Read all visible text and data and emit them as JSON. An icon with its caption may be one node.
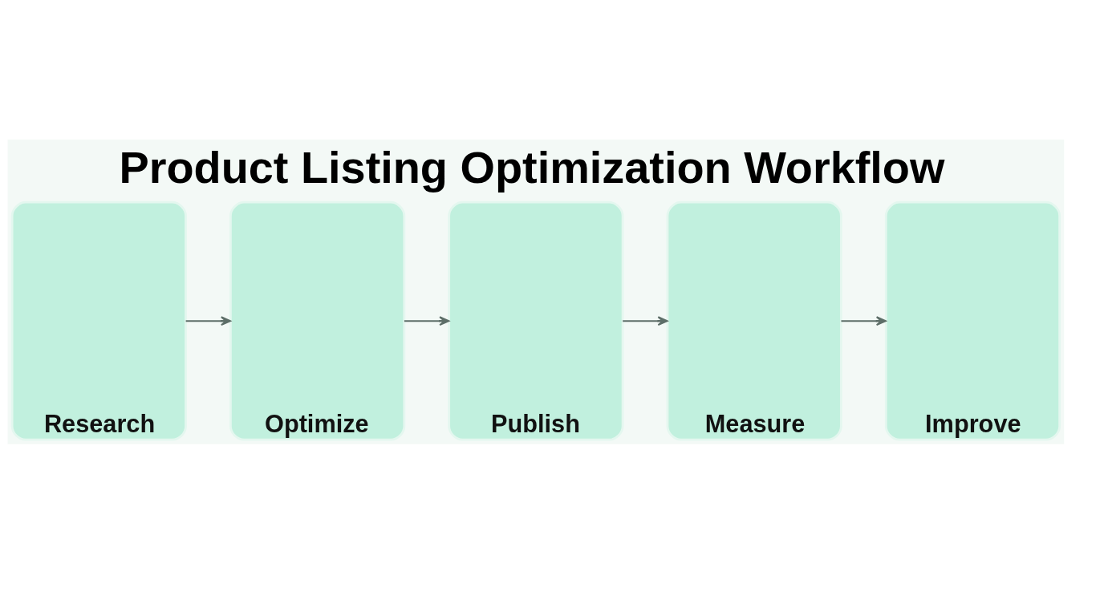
{
  "diagram": {
    "title": "Product Listing Optimization Workflow",
    "nodes": [
      {
        "text": [
          "Research"
        ]
      },
      {
        "text": [
          "Optimize"
        ]
      },
      {
        "text": [
          "Publish"
        ]
      },
      {
        "text": [
          "Measure"
        ]
      },
      {
        "text": [
          "Improve"
        ]
      }
    ],
    "edges": [
      {
        "from": 0,
        "to": 1,
        "arrow": "to"
      },
      {
        "from": 1,
        "to": 2,
        "arrow": "to"
      },
      {
        "from": 2,
        "to": 3,
        "arrow": "to"
      },
      {
        "from": 3,
        "to": 4,
        "arrow": "to"
      }
    ]
  }
}
